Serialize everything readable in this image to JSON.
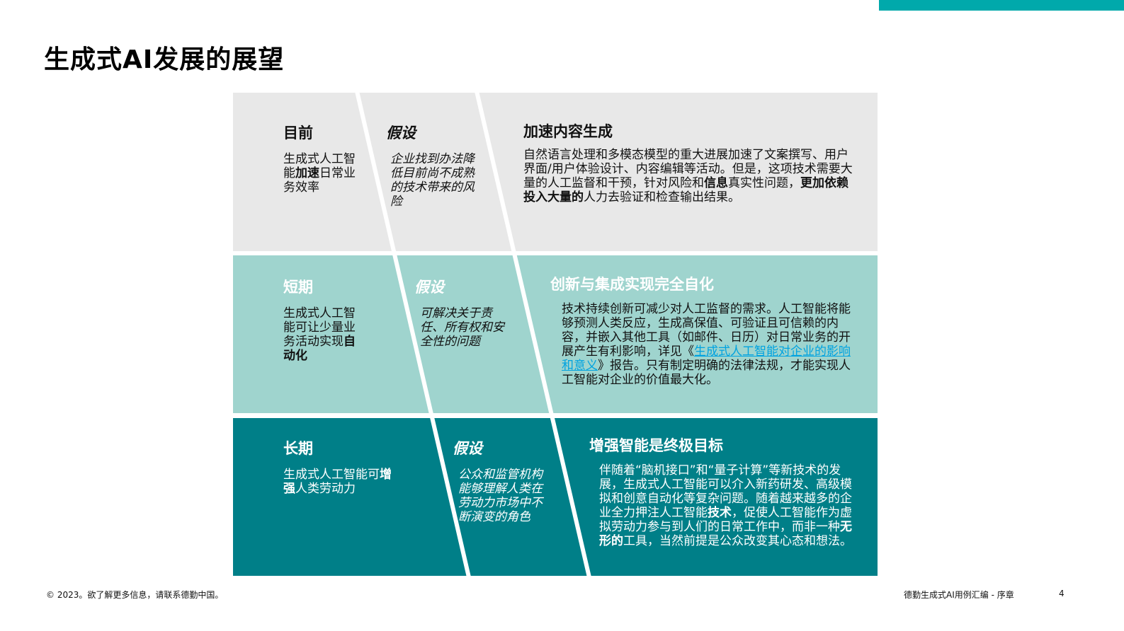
{
  "colors": {
    "accent_bar": "#00a9ab",
    "row_current_bg": "#e8e8e8",
    "row_short_bg": "#9fd4ce",
    "row_long_bg": "#007f88",
    "link": "#00a3e0"
  },
  "header": {
    "title": "生成式AI发展的展望"
  },
  "rows": [
    {
      "period": "目前",
      "summary_pre": "生成式人工智能",
      "summary_bold": "加速",
      "summary_post": "日常业务效率",
      "hypothesis_label": "假设",
      "hypothesis": "企业找到办法降低目前尚不成熟的技术带来的风险",
      "outcome_title": "加速内容生成",
      "outcome_p1": "自然语言处理和多模态模型的重大进展加速了文案撰写、用户界面/用户体验设计、内容编辑等活动。但是，这项技术需要大量的人工监督和干预，针对风险和",
      "outcome_b1": "信息",
      "outcome_p2": "真实性问题，",
      "outcome_b2": "更加依赖投入大量的",
      "outcome_p3": "人力去验证和检查输出结果。"
    },
    {
      "period": "短期",
      "summary_pre": "生成式人工智能可让少量业务活动实现",
      "summary_bold": "自动化",
      "summary_post": "",
      "hypothesis_label": "假设",
      "hypothesis": "可解决关于责任、所有权和安全性的问题",
      "outcome_title": "创新与集成实现完全自化",
      "outcome_p1": "技术持续创新可减少对人工监督的需求。人工智能将能够预测人类反应，生成高保值、可验证且可信赖的内容，并嵌入其他工具（如邮件、日历）对日常业务的开展产生有利影响，详见《",
      "outcome_link": "生成式人工智能对企业的影响和意义",
      "outcome_p2": "》报告。只有制定明确的法律法规，才能实现人工智能对企业的价值最大化。"
    },
    {
      "period": "长期",
      "summary_pre": "生成式人工智能可",
      "summary_bold": "增强",
      "summary_post": "人类劳动力",
      "hypothesis_label": "假设",
      "hypothesis": "公众和监管机构能够理解人类在劳动力市场中不断演变的角色",
      "outcome_title": "增强智能是终极目标",
      "outcome_p1": "伴随着“脑机接口”和“量子计算”等新技术的发展，生成式人工智能可以介入新药研发、高级模拟和创意自动化等复杂问题。随着越来越多的企业全力押注人工智能",
      "outcome_b1": "技术",
      "outcome_p2": "，促使人工智能作为虚拟劳动力参与到人们的日常工作中，而非一种",
      "outcome_b2": "无形的",
      "outcome_p3": "工具，当然前提是公众改变其心态和想法。"
    }
  ],
  "footer": {
    "copyright": "© 2023。欲了解更多信息，请联系德勤中国。",
    "doc_title": "德勤生成式AI用例汇编 - 序章",
    "page_number": "4"
  }
}
